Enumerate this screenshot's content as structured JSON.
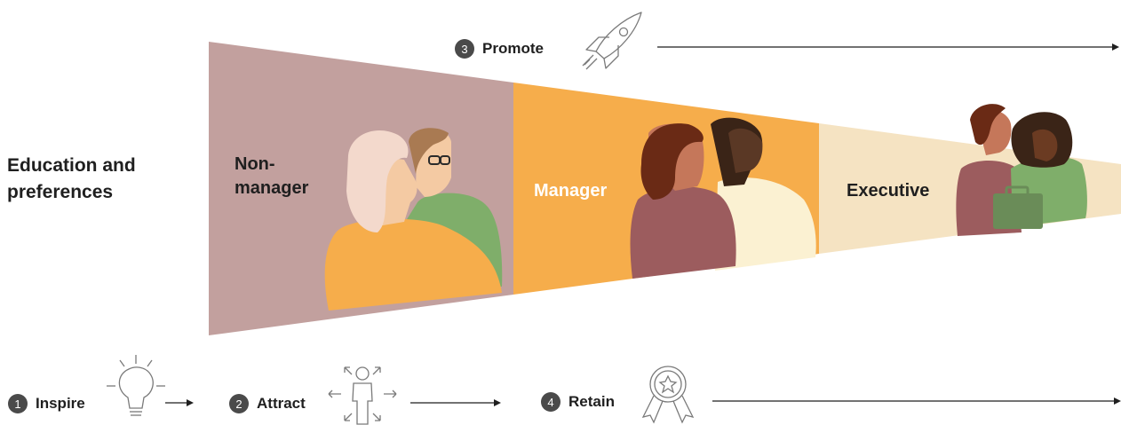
{
  "left_label": "Education and preferences",
  "stages": {
    "non_manager": "Non-\nmanager",
    "manager": "Manager",
    "executive": "Executive"
  },
  "steps": [
    {
      "num": "1",
      "label": "Inspire"
    },
    {
      "num": "2",
      "label": "Attract"
    },
    {
      "num": "3",
      "label": "Promote"
    },
    {
      "num": "4",
      "label": "Retain"
    }
  ],
  "colors": {
    "non_manager": "#c2a09e",
    "manager": "#f6ad4b",
    "executive": "#f5e3c2",
    "text_dark": "#1f1f1f",
    "text_light": "#ffffff",
    "badge": "#4a4a4a"
  },
  "icons": [
    "lightbulb-icon",
    "person-arrows-icon",
    "rocket-icon",
    "award-ribbon-icon"
  ]
}
